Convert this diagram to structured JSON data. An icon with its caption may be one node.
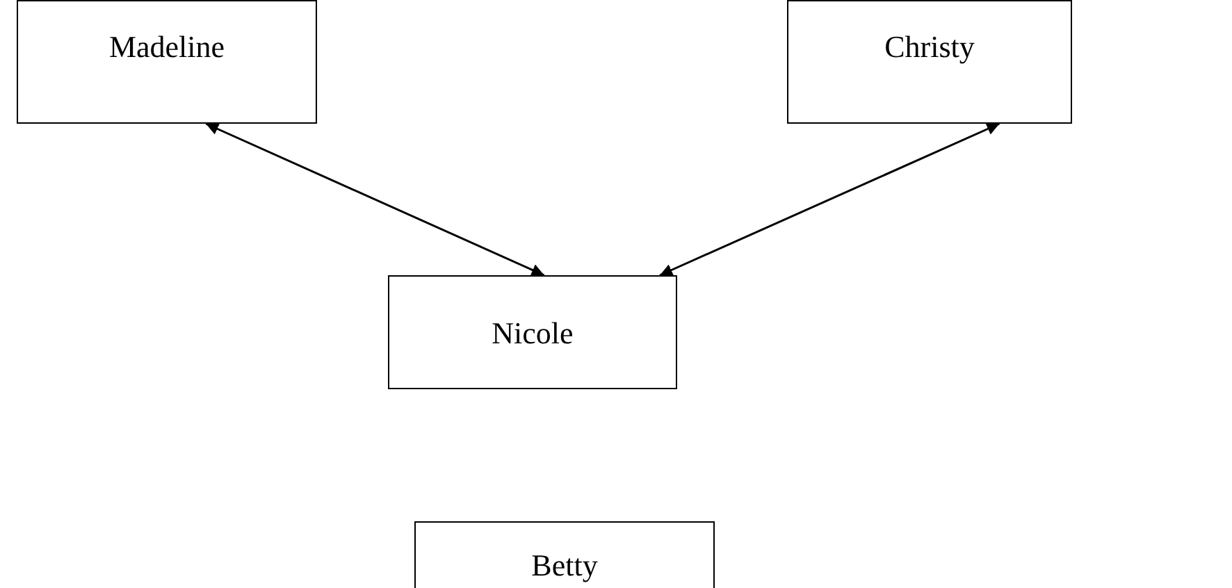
{
  "diagram": {
    "nodes": [
      {
        "text": [
          "Madeline"
        ]
      },
      {
        "text": [
          "Christy"
        ]
      },
      {
        "text": [
          "Nicole"
        ]
      },
      {
        "text": [
          "Betty"
        ]
      }
    ],
    "edges": [
      {
        "from": 0,
        "to": 2,
        "arrow": "both"
      },
      {
        "from": 1,
        "to": 2,
        "arrow": "both"
      }
    ]
  }
}
